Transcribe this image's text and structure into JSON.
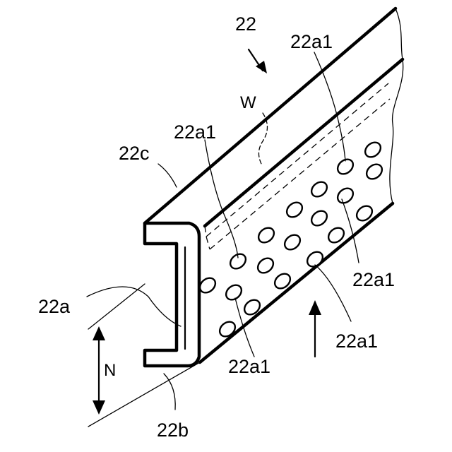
{
  "figure": {
    "labels": {
      "part": "22",
      "width_symbol": "W",
      "hole_top": "22a1",
      "hole_mid": "22a1",
      "hole_right_upper": "22a1",
      "hole_right_lower": "22a1",
      "hole_bottom": "22a1",
      "flange_top": "22c",
      "web": "22a",
      "flange_bottom": "22b",
      "dimension_symbol": "N"
    }
  }
}
